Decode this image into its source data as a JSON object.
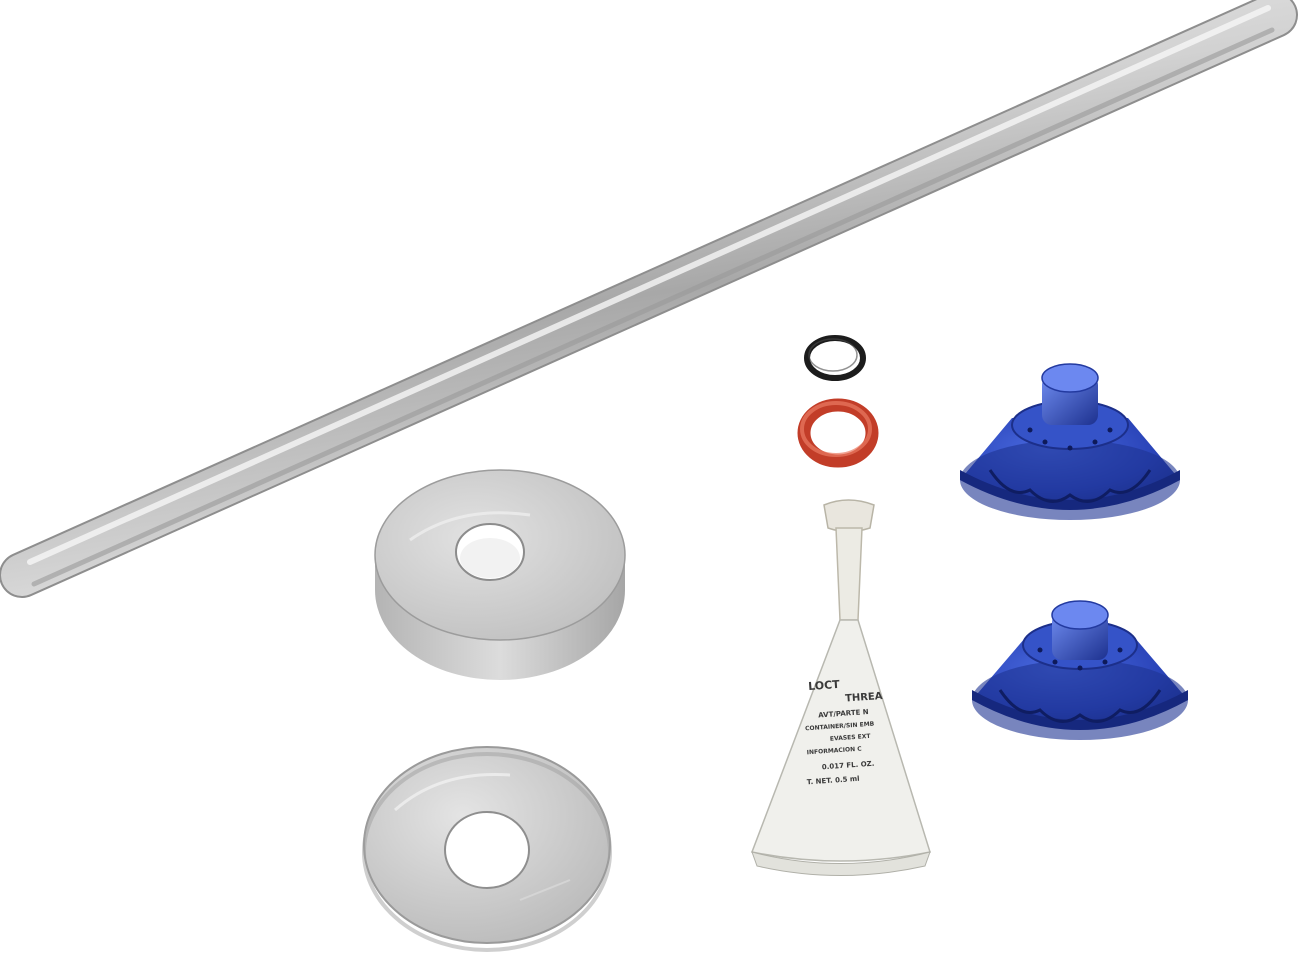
{
  "scene": {
    "background": "#ffffff",
    "items": [
      "steel-rod",
      "aluminum-spacer",
      "aluminum-washer",
      "black-o-ring",
      "red-o-ring",
      "threadlocker-tube",
      "blue-cap-upper",
      "blue-cap-lower"
    ]
  },
  "colors": {
    "steel": "#c9c9c9",
    "aluminum": "#cdcdcd",
    "anodized_blue": "#2a44b8",
    "red_o_ring": "#e0503a",
    "black_o_ring": "#1c1c1c",
    "tube_white": "#eeeeea"
  },
  "tube_label": {
    "brand": "LOCT",
    "line1": "THREA",
    "line2": "AVT/PARTE N",
    "line3": "CONTAINER/SIN EMB",
    "line4": "EVASES EXT",
    "line5": "INFORMACION C",
    "line6": "0.017 FL. OZ.",
    "line7": "T. NET. 0.5 ml"
  }
}
